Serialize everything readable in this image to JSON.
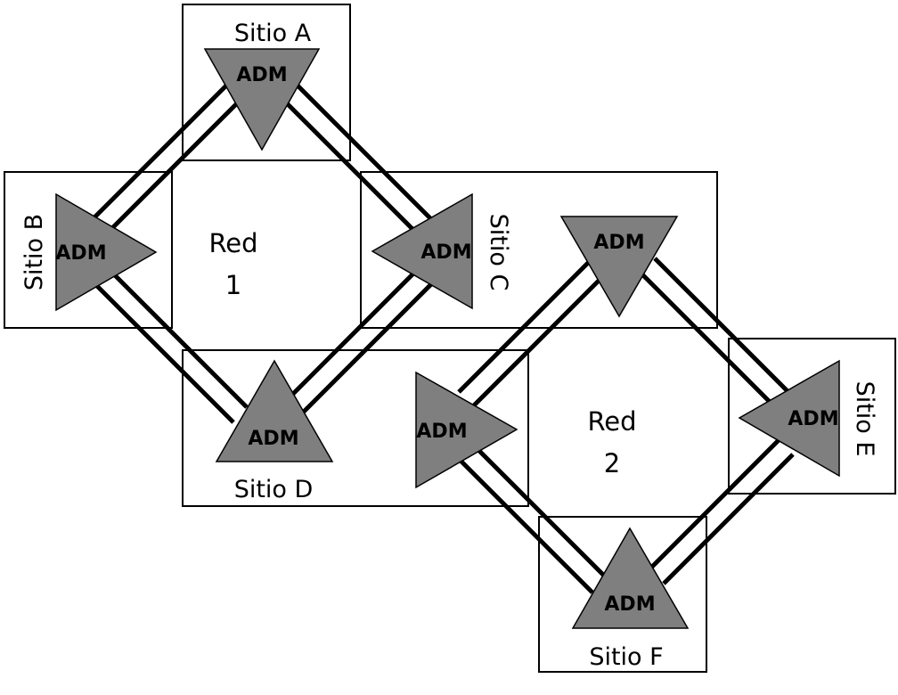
{
  "node_label": "ADM",
  "sites": {
    "a": "Sitio A",
    "b": "Sitio B",
    "c": "Sitio C",
    "d": "Sitio D",
    "e": "Sitio E",
    "f": "Sitio F"
  },
  "networks": {
    "red1": {
      "label": "Red",
      "number": "1"
    },
    "red2": {
      "label": "Red",
      "number": "2"
    }
  },
  "colors": {
    "node_fill": "#7f7f7f",
    "line": "#000000",
    "background": "#ffffff"
  }
}
